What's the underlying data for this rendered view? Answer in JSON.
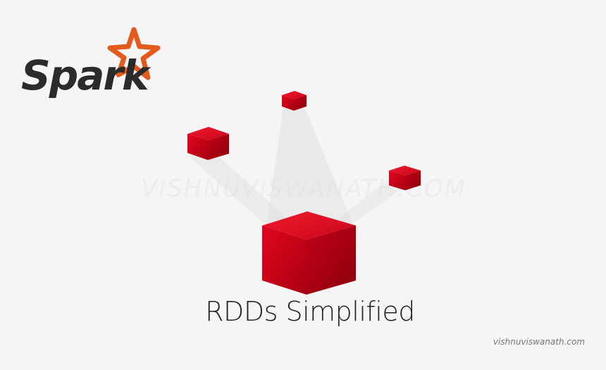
{
  "logo": {
    "text": "Spark",
    "star_color": "#e25a1c",
    "text_color": "#2b2b2b"
  },
  "watermark": "VISHNUVISWANATH.COM",
  "title": "RDDs Simplified",
  "footer": "vishnuviswanath.com",
  "colors": {
    "cube_red": "#d9001b",
    "background": "#f5f5f5"
  }
}
